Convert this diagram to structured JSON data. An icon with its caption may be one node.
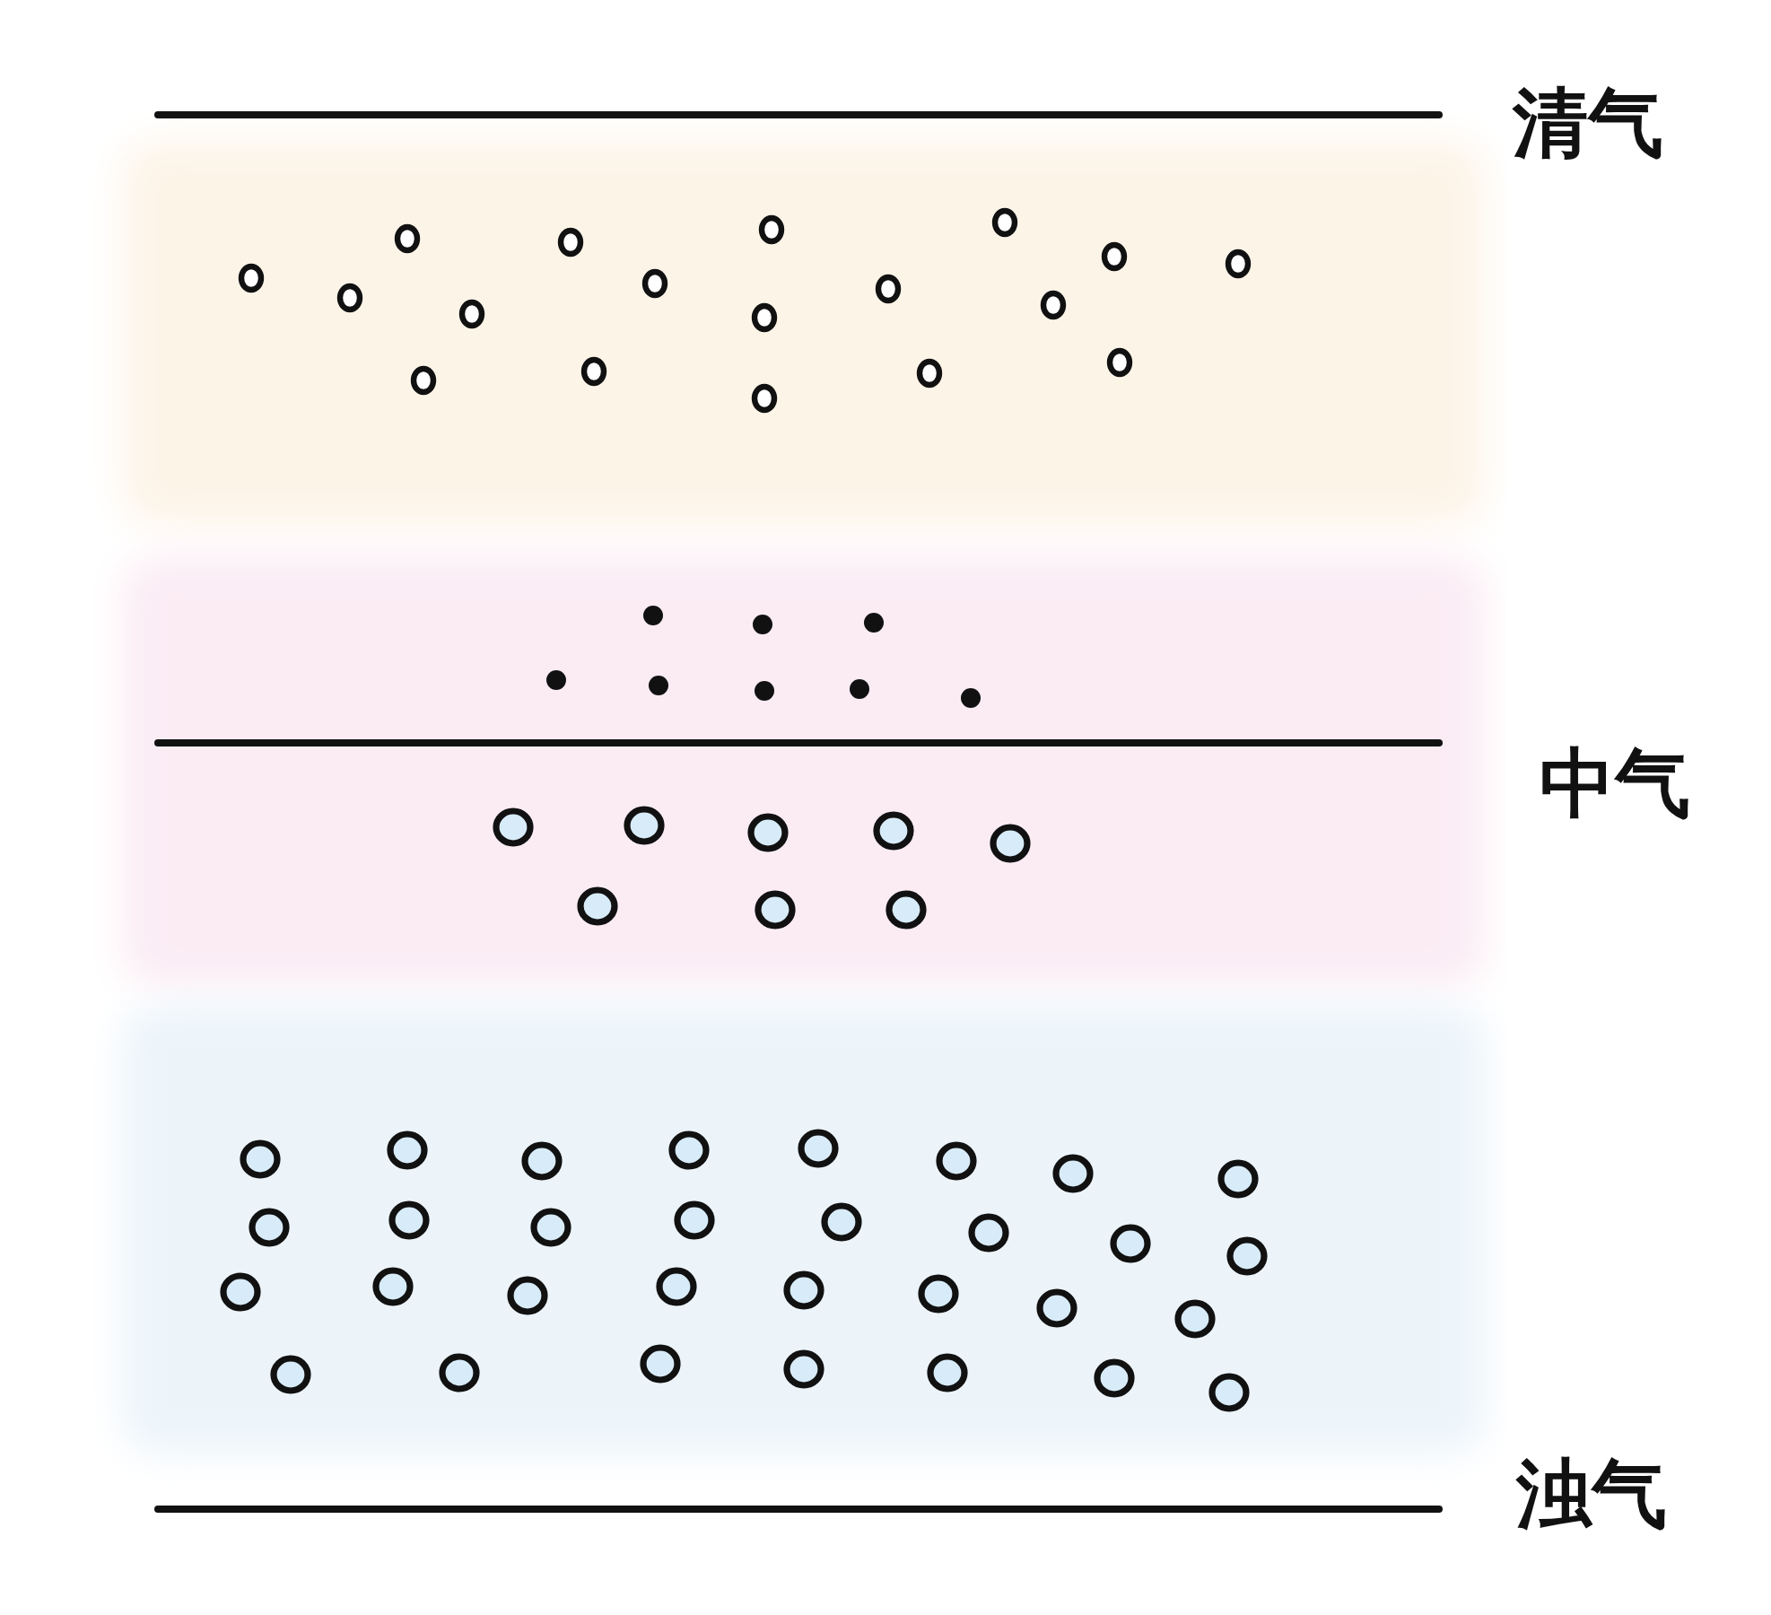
{
  "diagram": {
    "labels": [
      "清气",
      "中气",
      "浊气"
    ]
  }
}
